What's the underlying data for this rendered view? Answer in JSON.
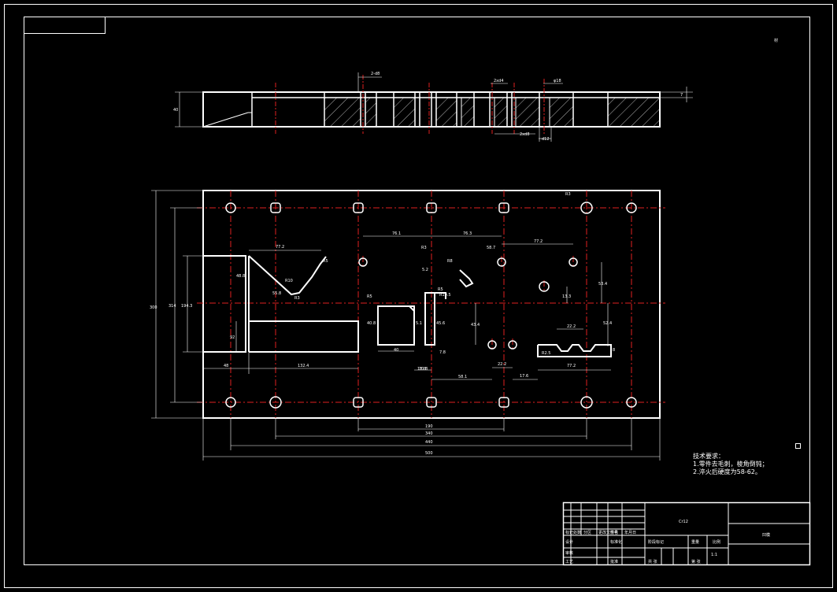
{
  "drawing": {
    "corner_mark": "材",
    "material": "Cr12",
    "part_name": "凹模",
    "scale_label": "比例",
    "scale_value": "1:1",
    "sheet_label": "共 张",
    "notes": {
      "title": "技术要求：",
      "items": [
        "1.零件去毛刺，棱角倒钝；",
        "2.淬火后硬度为58-62。"
      ]
    },
    "title_block": {
      "row1": [
        "标记",
        "处数",
        "分区",
        "更改文件号",
        "签名",
        "年月日"
      ],
      "row2": [
        "设计",
        "",
        "标准化",
        "",
        "阶段标记",
        "重量",
        "比例"
      ],
      "row3": [
        "审核",
        "",
        "",
        "",
        "",
        "",
        "1:1"
      ],
      "row4": [
        "工艺",
        "",
        "批准",
        "",
        "共 张",
        "第 张"
      ]
    },
    "dimensions": {
      "top_view": [
        "2-d8",
        "2xd4",
        "φ18",
        "2xd8",
        "d12",
        "7",
        "40"
      ],
      "plan_view": {
        "horizontal_top": [
          "76.1",
          "76.3",
          "58.7",
          "77.2"
        ],
        "horizontal_bottom": [
          "48",
          "132.4",
          "40",
          "10.8",
          "58.1",
          "22.2",
          "17.6",
          "77.2"
        ],
        "overall": [
          "190",
          "340",
          "440",
          "500"
        ],
        "vertical_left": [
          "300",
          "314",
          "194.3",
          "92"
        ],
        "misc": [
          "77.2",
          "R5",
          "R3",
          "R10",
          "48.8",
          "R5",
          "R8",
          "R10.5",
          "R3",
          "R5",
          "55.8",
          "22.2",
          "R2.5",
          "8",
          "13.3",
          "53.4",
          "52.4",
          "5.1",
          "43.4",
          "40.8",
          "18.8",
          "7.8",
          "5.2",
          "R3",
          "45.6"
        ]
      }
    }
  }
}
